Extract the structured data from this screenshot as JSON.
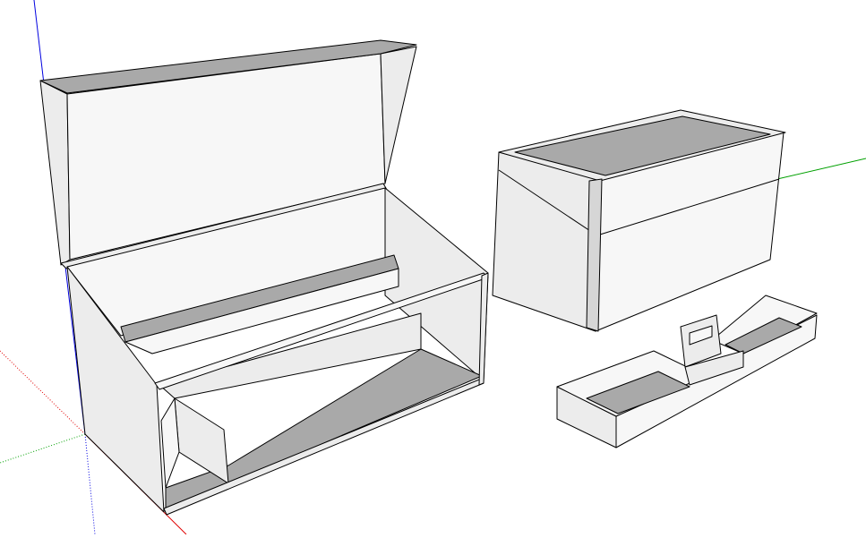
{
  "scene": {
    "background": "#ffffff",
    "colors": {
      "face_light": "#ececec",
      "face_white": "#f7f7f7",
      "face_shaded": "#a9a9a9",
      "edge": "#000000",
      "axis_red": "#e00000",
      "axis_green": "#00a000",
      "axis_blue": "#0000e0"
    },
    "objects": [
      "open-chest-with-lid",
      "closed-chest",
      "tool-tray-with-handle"
    ]
  }
}
